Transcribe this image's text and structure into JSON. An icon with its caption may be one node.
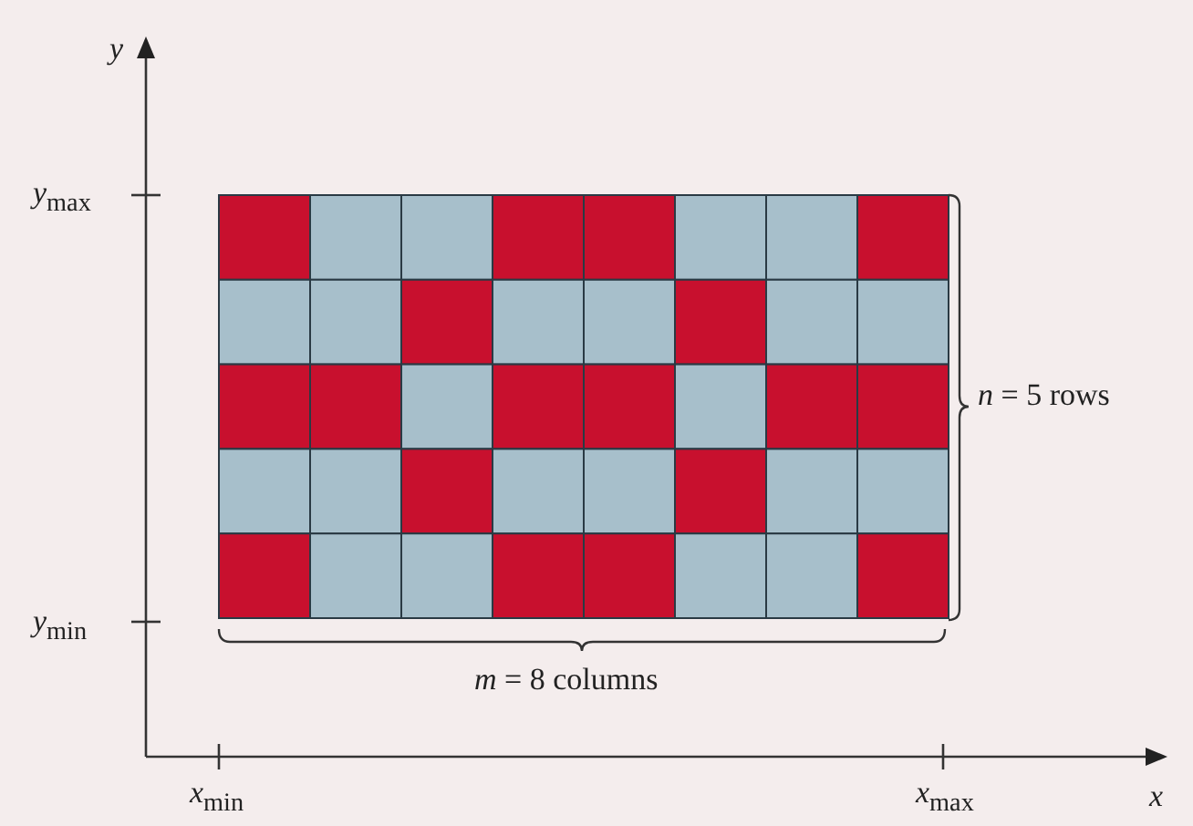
{
  "diagram": {
    "labels": [
      "y",
      "*y*$_{max}$",
      "*n* = 5 rows",
      "*y*$_{min}$",
      "*m* = 8 columns",
      "*x*$_{min}$",
      "*x*$_{max}$",
      "x"
    ]
  }
}
